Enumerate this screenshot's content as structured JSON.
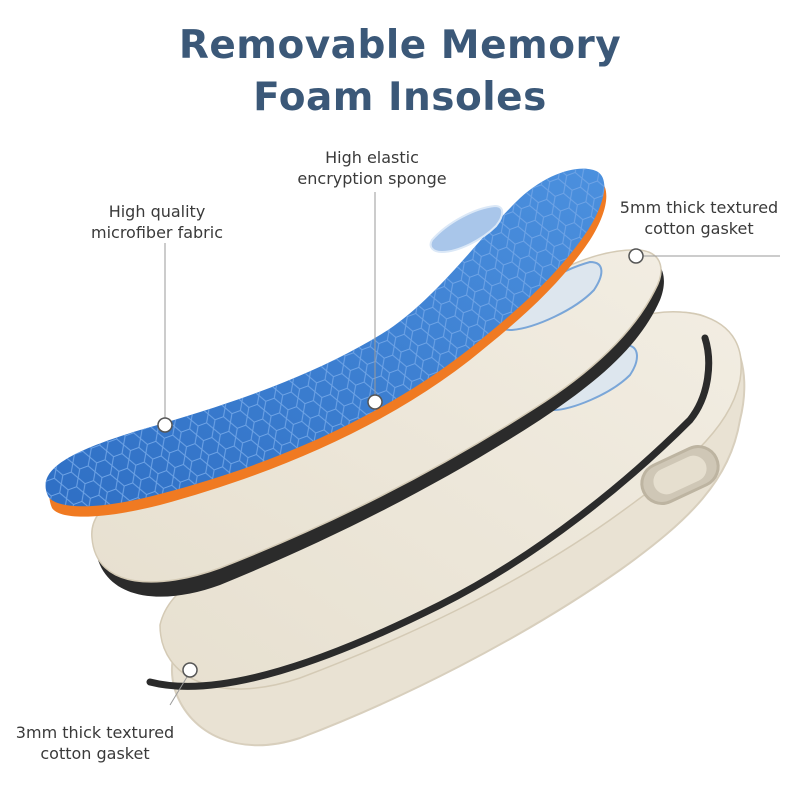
{
  "title": {
    "line1": "Removable Memory",
    "line2": "Foam Insoles"
  },
  "callouts": {
    "fabric": {
      "line1": "High quality",
      "line2": "microfiber fabric"
    },
    "sponge": {
      "line1": "High elastic",
      "line2": "encryption sponge"
    },
    "gasket_5mm": {
      "line1": "5mm thick textured",
      "line2": "cotton gasket"
    },
    "gasket_3mm": {
      "line1": "3mm thick textured",
      "line2": "cotton gasket"
    }
  },
  "colors": {
    "title": "#3b5878",
    "top_fabric": "#3b7fd0",
    "sponge_edge": "#f07a22",
    "gasket": "#ece6d8",
    "foam_edge": "#2b2b2b"
  }
}
